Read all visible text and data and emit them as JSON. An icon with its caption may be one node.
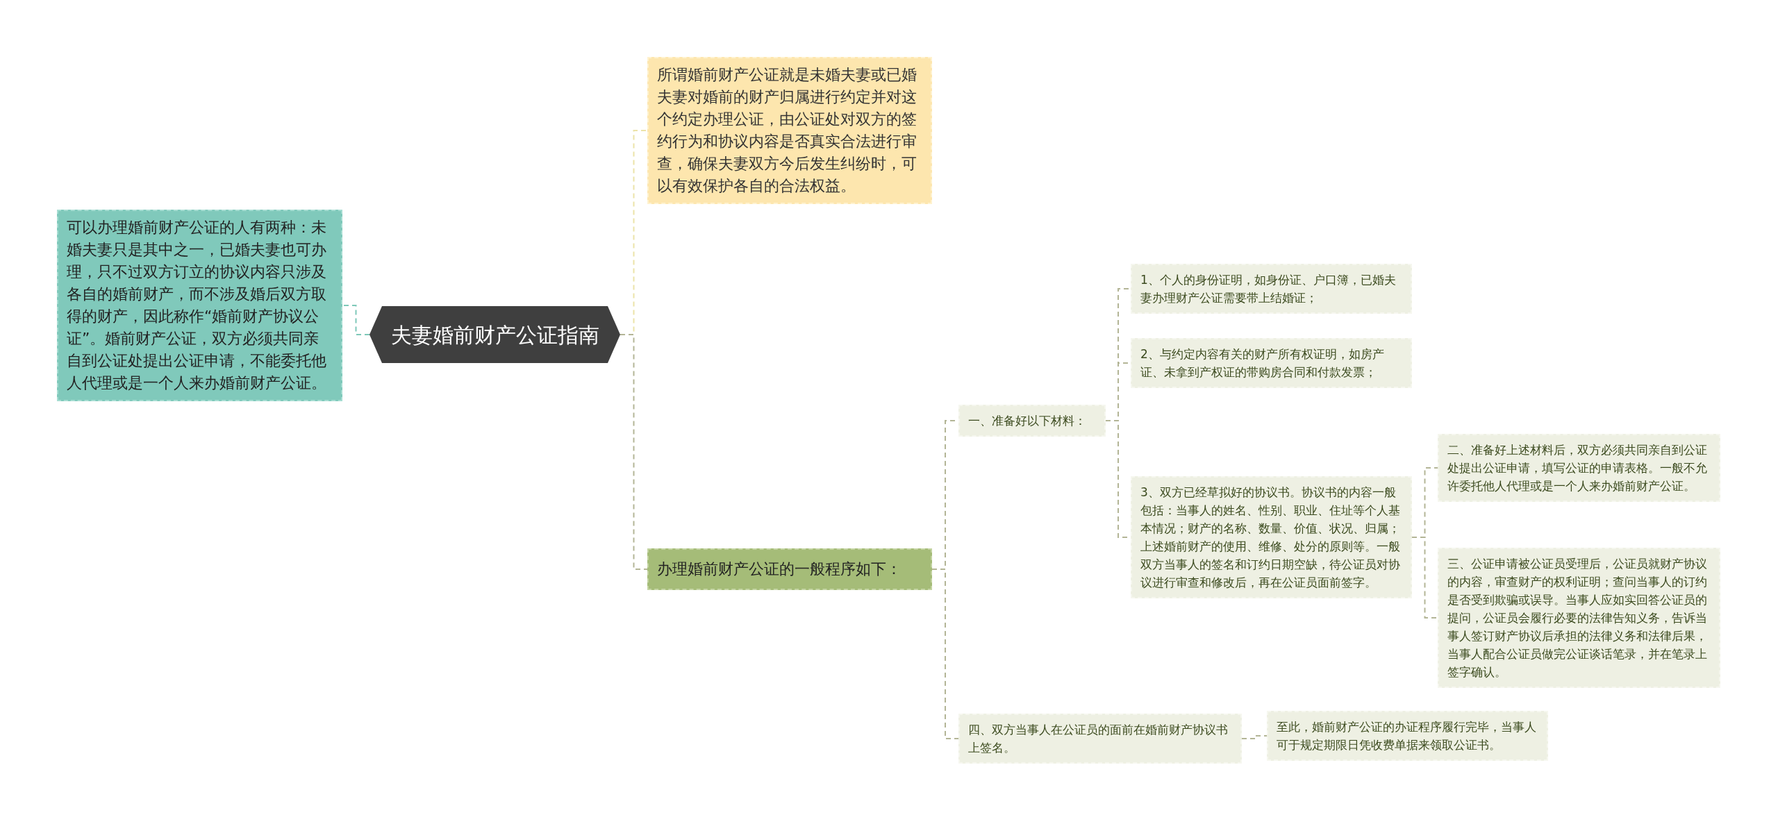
{
  "diagram": {
    "nodes": [
      {
        "text": [
          "夫妻婚前财产公证指南"
        ]
      },
      {
        "text": [
          "可以办理婚前财产公证的人有两种：未婚夫妻只是其中之一，已婚夫妻也可办理，只不过双方订立的协议内容只涉及各自的婚前财产，而不涉及婚后双方取得的财产，因此称作“婚前财产协议公证”。婚前财产公证，双方必须共同亲自到公证处提出公证申请，不能委托他人代理或是一个人来办婚前财产公证。"
        ]
      },
      {
        "text": [
          "所谓婚前财产公证就是未婚夫妻或已婚夫妻对婚前的财产归属进行约定并对这个约定办理公证，由公证处对双方的签约行为和协议内容是否真实合法进行审查，确保夫妻双方今后发生纠纷时，可以有效保护各自的合法权益。"
        ]
      },
      {
        "text": [
          "办理婚前财产公证的一般程序如下："
        ]
      },
      {
        "text": [
          "一、准备好以下材料："
        ]
      },
      {
        "text": [
          "1、个人的身份证明，如身份证、户口簿，已婚夫妻办理财产公证需要带上结婚证；"
        ]
      },
      {
        "text": [
          "2、与约定内容有关的财产所有权证明，如房产证、未拿到产权证的带购房合同和付款发票；"
        ]
      },
      {
        "text": [
          "3、双方已经草拟好的协议书。协议书的内容一般包括：当事人的姓名、性别、职业、住址等个人基本情况；财产的名称、数量、价值、状况、归属；上述婚前财产的使用、维修、处分的原则等。一般双方当事人的签名和订约日期空缺，待公证员对协议进行审查和修改后，再在公证员面前签字。"
        ]
      },
      {
        "text": [
          "二、准备好上述材料后，双方必须共同亲自到公证处提出公证申请，填写公证的申请表格。一般不允许委托他人代理或是一个人来办婚前财产公证。"
        ]
      },
      {
        "text": [
          "三、公证申请被公证员受理后，公证员就财产协议的内容，审查财产的权利证明；查问当事人的订约是否受到欺骗或误导。当事人应如实回答公证员的提问，公证员会履行必要的法律告知义务，告诉当事人签订财产协议后承担的法律义务和法律后果，当事人配合公证员做完公证谈话笔录，并在笔录上签字确认。"
        ]
      },
      {
        "text": [
          "四、双方当事人在公证员的面前在婚前财产协议书上签名。"
        ]
      },
      {
        "text": [
          "至此，婚前财产公证的办证程序履行完毕，当事人可于规定期限日凭收费单据来领取公证书。"
        ]
      }
    ],
    "edges": [
      {
        "from": 0,
        "to": 1,
        "arrow": "none",
        "color": "#7ec8b9"
      },
      {
        "from": 0,
        "to": 2,
        "arrow": "none",
        "color": "#ece3a8"
      },
      {
        "from": 0,
        "to": 3,
        "arrow": "none"
      },
      {
        "from": 3,
        "to": 4,
        "arrow": "none"
      },
      {
        "from": 3,
        "to": 10,
        "arrow": "none"
      },
      {
        "from": 4,
        "to": 5,
        "arrow": "none"
      },
      {
        "from": 4,
        "to": 6,
        "arrow": "none"
      },
      {
        "from": 4,
        "to": 7,
        "arrow": "none"
      },
      {
        "from": 7,
        "to": 8,
        "arrow": "none"
      },
      {
        "from": 7,
        "to": 9,
        "arrow": "none"
      },
      {
        "from": 10,
        "to": 11,
        "arrow": "none"
      }
    ]
  }
}
